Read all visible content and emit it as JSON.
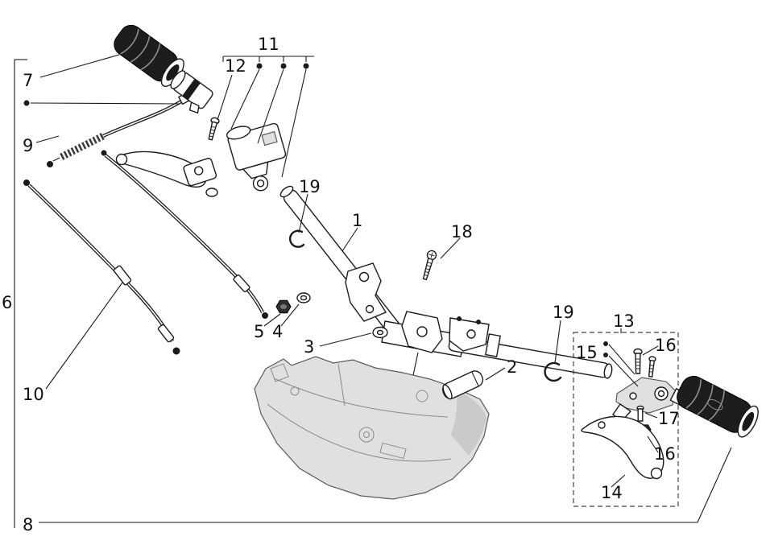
{
  "diagram": {
    "type": "exploded-parts-diagram",
    "background": "#ffffff",
    "line_color": "#1a1a1a",
    "grip_color": "#1d1d1d",
    "labels": {
      "l1": "1",
      "l2": "2",
      "l3": "3",
      "l4": "4",
      "l5": "5",
      "l6": "6",
      "l7": "7",
      "l8": "8",
      "l9": "9",
      "l10": "10",
      "l11": "11",
      "l12": "12",
      "l13": "13",
      "l14": "14",
      "l15": "15",
      "l16a": "16",
      "l16b": "16",
      "l17": "17",
      "l18": "18",
      "l19a": "19",
      "l19b": "19"
    }
  }
}
